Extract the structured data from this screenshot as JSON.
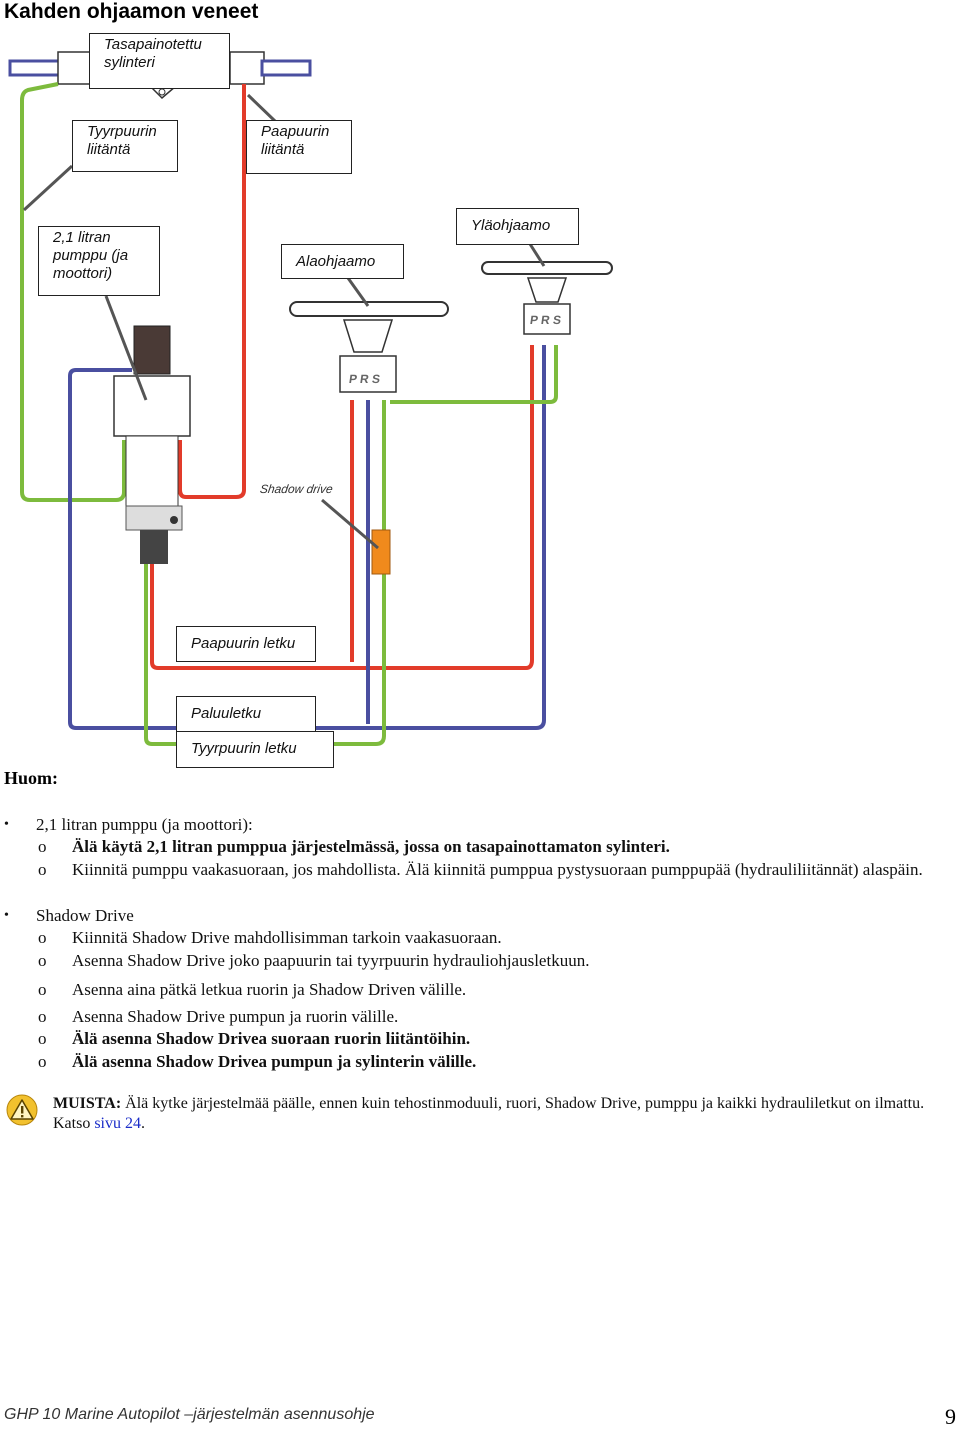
{
  "page_title": "Kahden ohjaamon veneet",
  "diagram": {
    "labels": {
      "cylinder": "Tasapainotettu\nsylinteri",
      "starboard_port": "Tyyrpuurin\nliitäntä",
      "port_port": "Paapuurin\nliitäntä",
      "pump": "2,1 litran\npumppu (ja\nmoottori)",
      "lower_helm": "Alaohjaamo",
      "upper_helm": "Yläohjaamo",
      "port_hose": "Paapuurin letku",
      "return_hose": "Paluuletku",
      "starboard_hose": "Tyyrpuurin letku"
    },
    "shadow_drive_tag": "Shadow drive",
    "helm_ports": "P R S",
    "colors": {
      "port_line": "#e23b2a",
      "starboard_line": "#7dbb3d",
      "return_line": "#4a4fa0",
      "shadow_drive": "#f08a1c"
    }
  },
  "notes": {
    "heading": "Huom:",
    "bullet1": "2,1 litran pumppu (ja moottori):",
    "b1_sub1": "Älä käytä 2,1 litran pumppua järjestelmässä, jossa on tasapainottamaton sylinteri.",
    "b1_sub2": "Kiinnitä pumppu vaakasuoraan, jos mahdollista. Älä kiinnitä pumppua pystysuoraan pumppupää (hydrauliliitännät) alaspäin.",
    "bullet2": "Shadow Drive",
    "b2_sub1": "Kiinnitä Shadow Drive mahdollisimman tarkoin vaakasuoraan.",
    "b2_sub2": "Asenna Shadow Drive joko paapuurin tai tyyrpuurin hydrauliohjausletkuun.",
    "b2_sub3": "Asenna aina pätkä letkua ruorin ja Shadow Driven välille.",
    "b2_sub4": "Asenna Shadow Drive pumpun ja ruorin välille.",
    "b2_sub5": "Älä asenna Shadow Drivea suoraan ruorin liitäntöihin.",
    "b2_sub6": "Älä asenna Shadow Drivea pumpun ja sylinterin välille.",
    "bullet_symbol": "•",
    "sub_symbol": "o"
  },
  "muista": {
    "lead": "MUISTA:",
    "text": " Älä kytke järjestelmää päälle, ennen kuin tehostinmoduuli, ruori, Shadow Drive, pumppu ja kaikki hydrauliletkut on ilmattu. Katso ",
    "link": "sivu 24",
    "end": "."
  },
  "footer": {
    "text": "GHP 10 Marine Autopilot –järjestelmän asennusohje",
    "page": "9"
  }
}
